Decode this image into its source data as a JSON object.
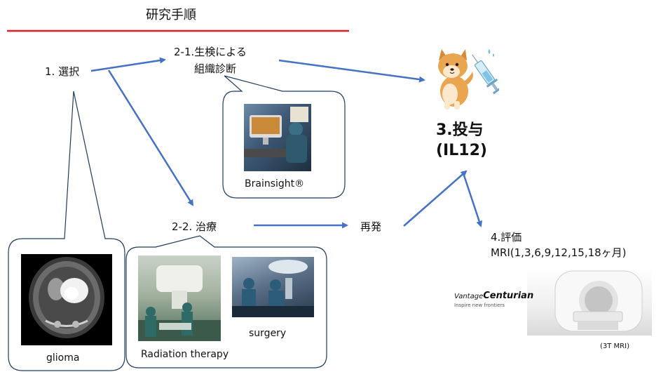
{
  "title": "研究手順",
  "steps": {
    "select": "1. 選択",
    "biopsy_line1": "2-1.生検による",
    "biopsy_line2": "組織診断",
    "treatment": "2-2. 治療",
    "recurrence": "再発",
    "administer_line1": "3.投与",
    "administer_line2": "(IL12)",
    "evaluate_line1": "4.評価",
    "evaluate_line2": "MRI(1,3,6,9,12,15,18ヶ月)"
  },
  "callouts": {
    "glioma": "glioma",
    "brainsight": "Brainsight®",
    "radiation": "Radiation therapy",
    "surgery": "surgery"
  },
  "scanner": {
    "brand_prefix": "Vantage",
    "brand_name": "Centurian",
    "tagline": "Inspire new frontiers",
    "caption": "(3T MRI)"
  },
  "colors": {
    "arrow": "#4472c4",
    "underline": "#e02020",
    "callout_border": "#1f3a5f"
  },
  "icons": [
    "dog-icon",
    "syringe-icon"
  ]
}
